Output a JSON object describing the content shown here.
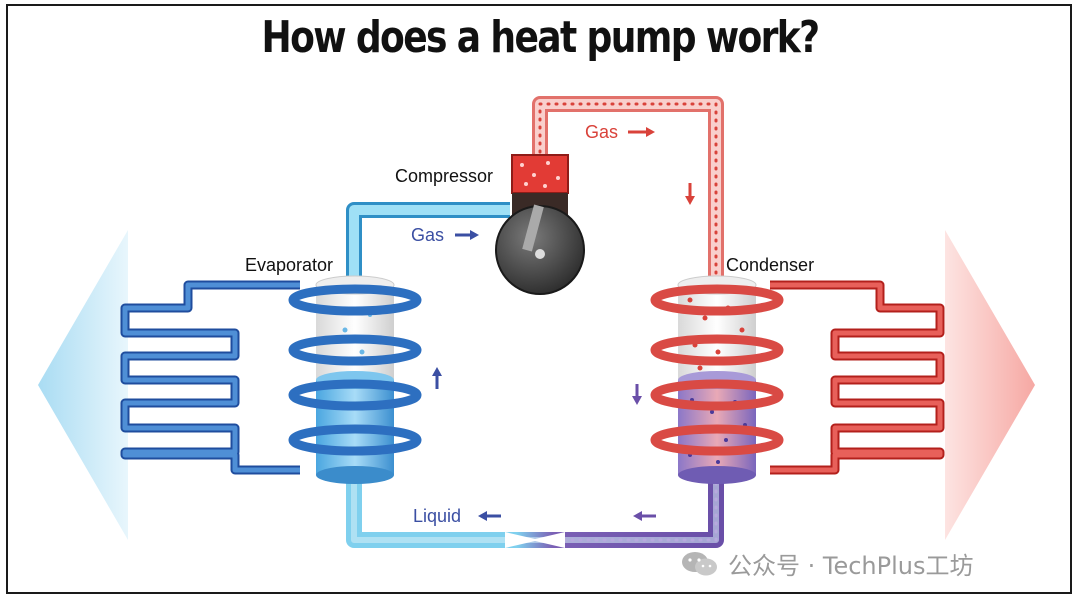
{
  "title": "How does a heat pump work?",
  "labels": {
    "compressor": "Compressor",
    "evaporator": "Evaporator",
    "condenser": "Condenser",
    "gas_top": "Gas",
    "gas_left": "Gas",
    "liquid": "Liquid"
  },
  "watermark": {
    "text": "公众号 · TechPlus工坊",
    "icon": "wechat-icon"
  },
  "colors": {
    "cold_blue": "#2f78c8",
    "cold_light": "#8fd3f0",
    "hot_red": "#e04a42",
    "hot_light": "#f7b2ad",
    "liquid_purple": "#6a4fa8",
    "compressor_dark": "#333333"
  }
}
